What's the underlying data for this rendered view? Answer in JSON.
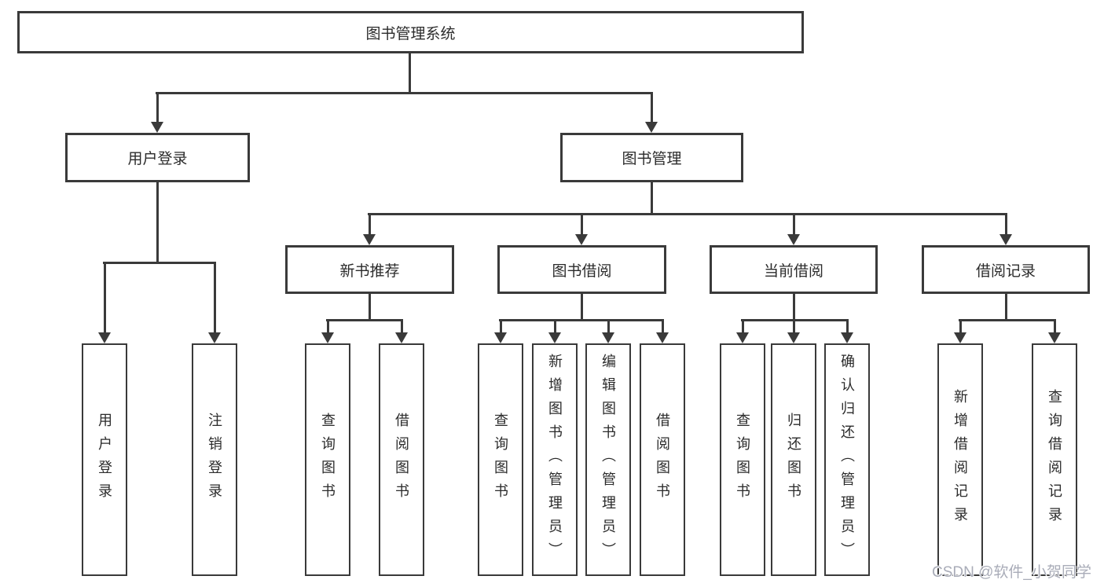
{
  "nodes": {
    "root": "图书管理系统",
    "user_login": "用户登录",
    "book_management": "图书管理",
    "new_book_recommend": "新书推荐",
    "book_borrow": "图书借阅",
    "current_borrow": "当前借阅",
    "borrow_records": "借阅记录",
    "leaf_user_login": "用户登录",
    "leaf_logout": "注销登录",
    "leaf_newbook_query": "查询图书",
    "leaf_newbook_borrow": "借阅图书",
    "leaf_borrow_query": "查询图书",
    "leaf_borrow_add": "新增图书（管理员）",
    "leaf_borrow_edit": "编辑图书（管理员）",
    "leaf_borrow_lend": "借阅图书",
    "leaf_current_query": "查询图书",
    "leaf_current_return": "归还图书",
    "leaf_current_confirm": "确认归还（管理员）",
    "leaf_records_add": "新增借阅记录",
    "leaf_records_query": "查询借阅记录"
  },
  "hierarchy": {
    "图书管理系统": [
      "用户登录",
      "图书管理"
    ],
    "用户登录": [
      "用户登录",
      "注销登录"
    ],
    "图书管理": [
      "新书推荐",
      "图书借阅",
      "当前借阅",
      "借阅记录"
    ],
    "新书推荐": [
      "查询图书",
      "借阅图书"
    ],
    "图书借阅": [
      "查询图书",
      "新增图书（管理员）",
      "编辑图书（管理员）",
      "借阅图书"
    ],
    "当前借阅": [
      "查询图书",
      "归还图书",
      "确认归还（管理员）"
    ],
    "借阅记录": [
      "新增借阅记录",
      "查询借阅记录"
    ]
  },
  "watermark": "CSDN @软件_小贺同学",
  "colors": {
    "line": "#3a3a3a",
    "text": "#2b2b2b",
    "watermark": "#a9acb8",
    "background": "#ffffff"
  }
}
